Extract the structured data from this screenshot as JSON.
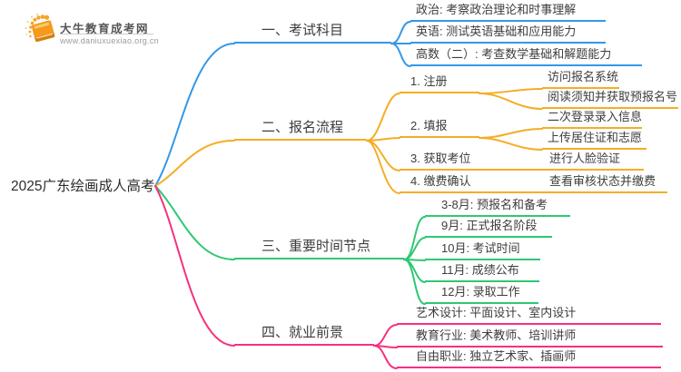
{
  "logo": {
    "title": "大牛教育成考网",
    "url": "www.daniuxuexiao.org.cn",
    "icon": "book-icon",
    "accent": "#f7a326"
  },
  "root": {
    "label": "2025广东绘画成人高考"
  },
  "branches": [
    {
      "label": "一、考试科目",
      "color": "#3498e8",
      "children": [
        {
          "label": "政治: 考察政治理论和时事理解"
        },
        {
          "label": "英语: 测试英语基础和应用能力"
        },
        {
          "label": "高数（二）: 考查数学基础和解题能力"
        }
      ]
    },
    {
      "label": "二、报名流程",
      "color": "#f5ad26",
      "children": [
        {
          "label": "1. 注册",
          "children": [
            {
              "label": "访问报名系统"
            },
            {
              "label": "阅读须知并获取预报名号"
            }
          ]
        },
        {
          "label": "2. 填报",
          "children": [
            {
              "label": "二次登录录入信息"
            },
            {
              "label": "上传居住证和志愿"
            }
          ]
        },
        {
          "label": "3. 获取考位",
          "children": [
            {
              "label": "进行人脸验证"
            }
          ]
        },
        {
          "label": "4. 缴费确认",
          "children": [
            {
              "label": "查看审核状态并缴费"
            }
          ]
        }
      ]
    },
    {
      "label": "三、重要时间节点",
      "color": "#2ec874",
      "children": [
        {
          "label": "3-8月: 预报名和备考"
        },
        {
          "label": "9月: 正式报名阶段"
        },
        {
          "label": "10月: 考试时间"
        },
        {
          "label": "11月: 成绩公布"
        },
        {
          "label": "12月: 录取工作"
        }
      ]
    },
    {
      "label": "四、就业前景",
      "color": "#f5317f",
      "children": [
        {
          "label": "艺术设计: 平面设计、室内设计"
        },
        {
          "label": "教育行业: 美术教师、培训讲师"
        },
        {
          "label": "自由职业: 独立艺术家、插画师"
        }
      ]
    }
  ]
}
